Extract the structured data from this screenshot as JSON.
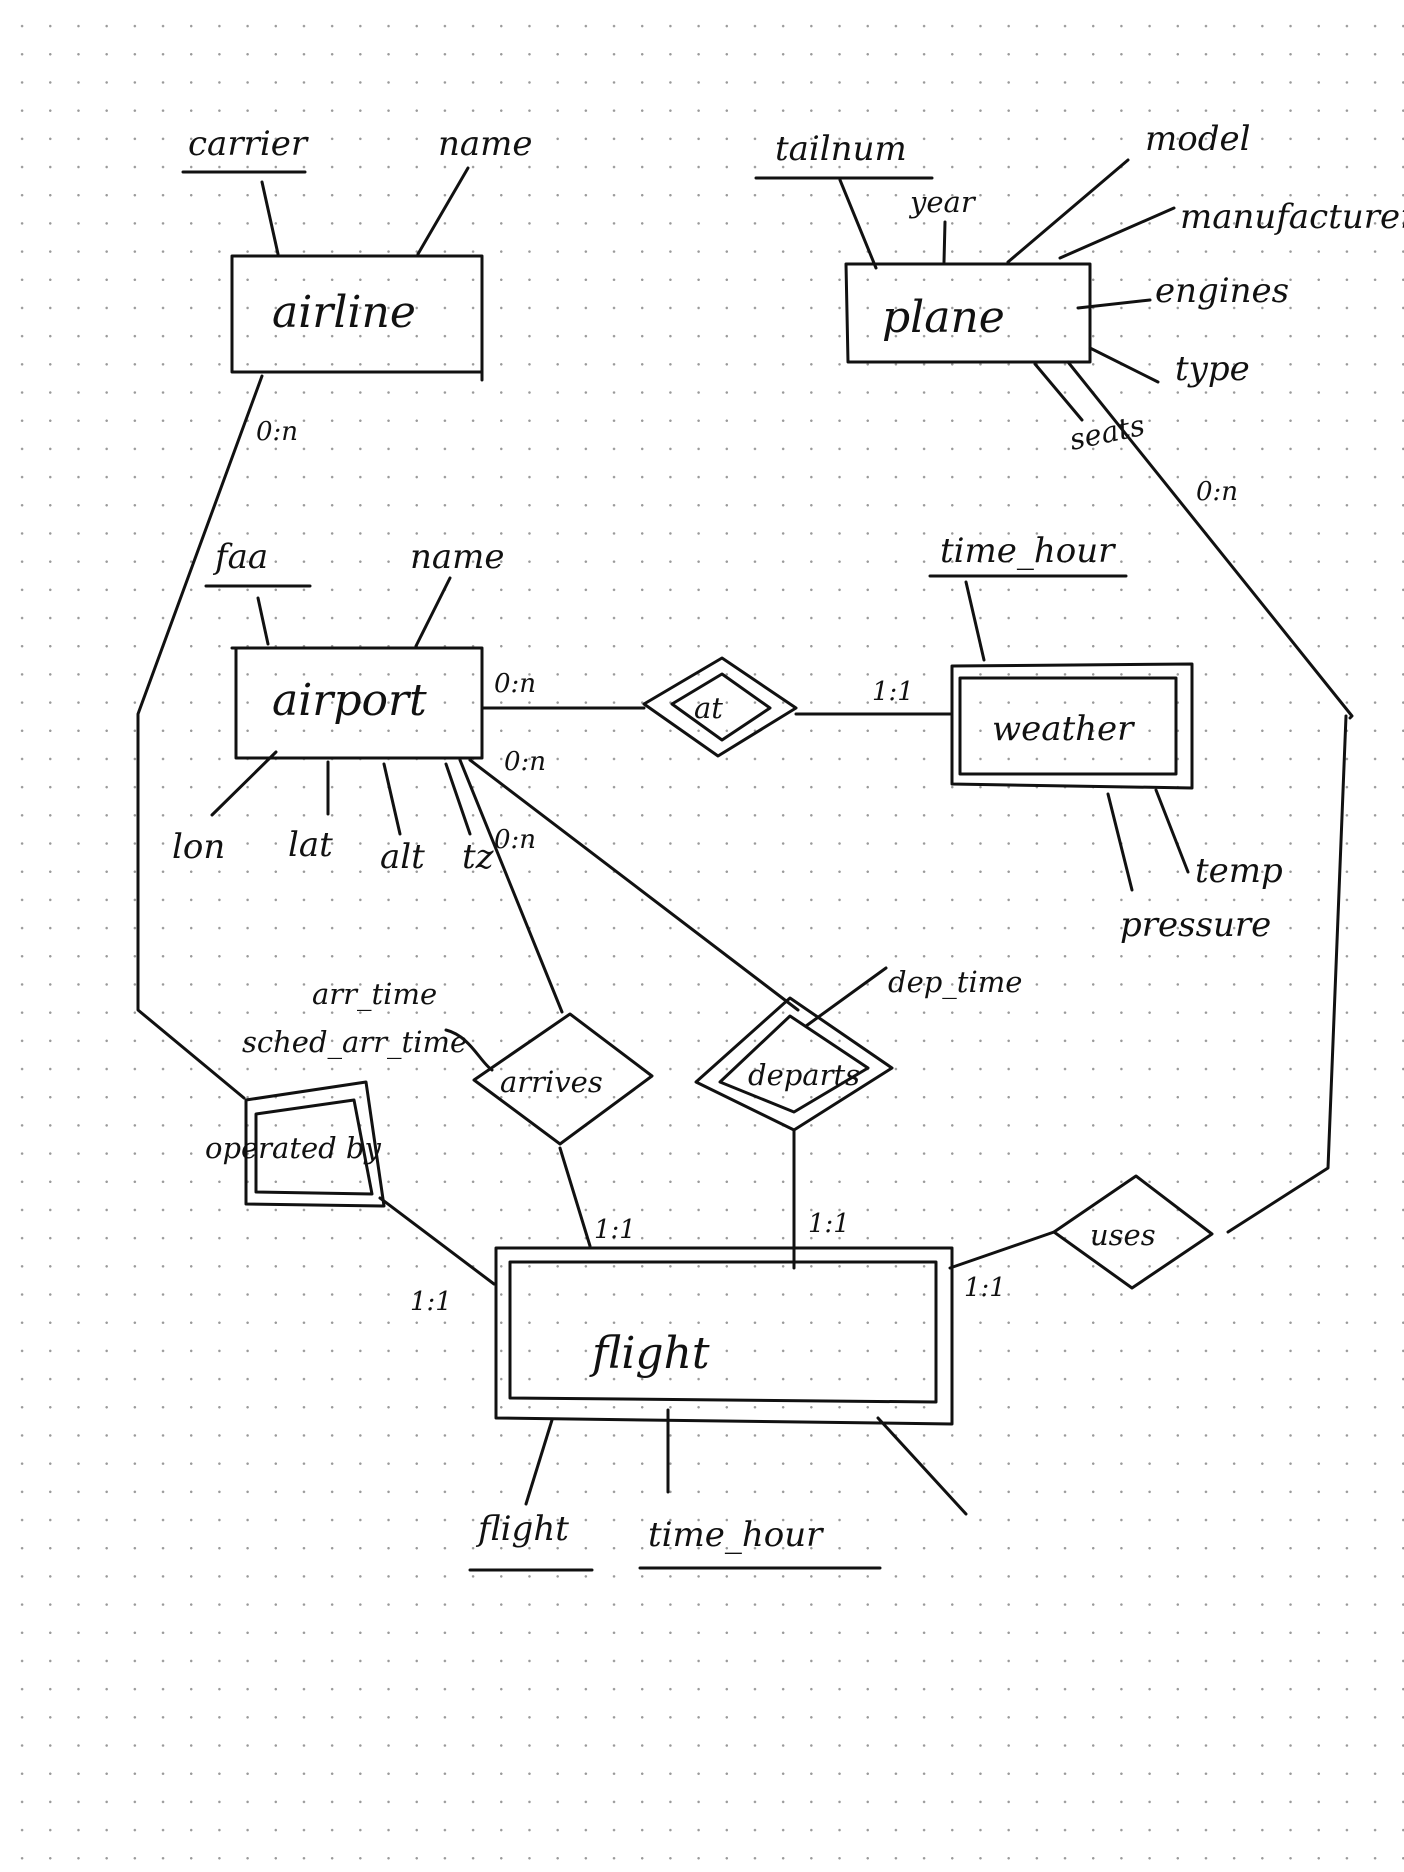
{
  "entities": {
    "airline": {
      "name": "airline",
      "attrs": {
        "carrier": "carrier",
        "name": "name"
      }
    },
    "plane": {
      "name": "plane",
      "attrs": {
        "tailnum": "tailnum",
        "year": "year",
        "model": "model",
        "manufacturer": "manufacturer",
        "engines": "engines",
        "type": "type",
        "seats": "seats"
      }
    },
    "airport": {
      "name": "airport",
      "attrs": {
        "faa": "faa",
        "name": "name",
        "lon": "lon",
        "lat": "lat",
        "alt": "alt",
        "tz": "tz"
      }
    },
    "weather": {
      "name": "weather",
      "attrs": {
        "time_hour": "time_hour",
        "temp": "temp",
        "pressure": "pressure"
      }
    },
    "flight": {
      "name": "flight",
      "attrs": {
        "flight": "flight",
        "time_hour": "time_hour"
      }
    }
  },
  "relationships": {
    "at": {
      "name": "at"
    },
    "arrives": {
      "name": "arrives",
      "attrs": {
        "arr_time": "arr_time",
        "sched_arr_time": "sched_arr_time"
      }
    },
    "departs": {
      "name": "departs",
      "attrs": {
        "dep_time": "dep_time"
      }
    },
    "operated_by": {
      "name": "operated by"
    },
    "uses": {
      "name": "uses"
    }
  },
  "cardinalities": {
    "airline_operated": "0:n",
    "plane_uses": "0:n",
    "airport_at": "0:n",
    "weather_at": "1:1",
    "airport_departs": "0:n",
    "airport_arrives": "0:n",
    "flight_arrives": "1:1",
    "flight_departs": "1:1",
    "flight_operated": "1:1",
    "flight_uses": "1:1"
  }
}
